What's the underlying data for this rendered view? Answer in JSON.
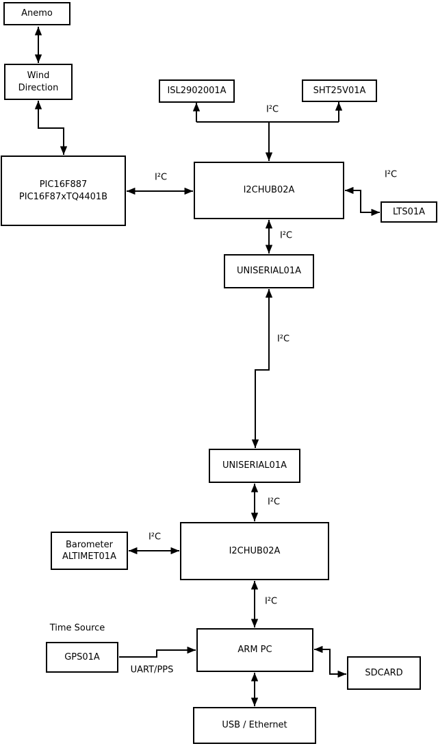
{
  "diagram": {
    "nodes": {
      "anemo": {
        "label": "Anemo"
      },
      "wind_direction": {
        "label": "Wind\nDirection"
      },
      "pic": {
        "label": "PIC16F887\nPIC16F87xTQ4401B"
      },
      "isl": {
        "label": "ISL2902001A"
      },
      "sht": {
        "label": "SHT25V01A"
      },
      "hub1": {
        "label": "I2CHUB02A"
      },
      "lts": {
        "label": "LTS01A"
      },
      "uniserial1": {
        "label": "UNISERIAL01A"
      },
      "uniserial2": {
        "label": "UNISERIAL01A"
      },
      "hub2": {
        "label": "I2CHUB02A"
      },
      "barometer": {
        "label": "Barometer\nALTIMET01A"
      },
      "gps": {
        "label": "GPS01A"
      },
      "arm_pc": {
        "label": "ARM PC"
      },
      "sdcard": {
        "label": "SDCARD"
      },
      "usb_ethernet": {
        "label": "USB / Ethernet"
      }
    },
    "edge_labels": {
      "i2c_sensors": "I²C",
      "i2c_pic": "I²C",
      "i2c_lts": "I²C",
      "i2c_hub1_uniserial1": "I²C",
      "i2c_uniserial_link": "I²C",
      "i2c_uniserial2_hub2": "I²C",
      "i2c_barometer": "I²C",
      "i2c_hub2_arm": "I²C",
      "time_source": "Time Source",
      "uart_pps": "UART/PPS"
    },
    "colors": {
      "background": "#ffffff",
      "box_fill": "#ffffff",
      "box_border": "#000000",
      "line": "#000000",
      "text": "#000000"
    }
  }
}
